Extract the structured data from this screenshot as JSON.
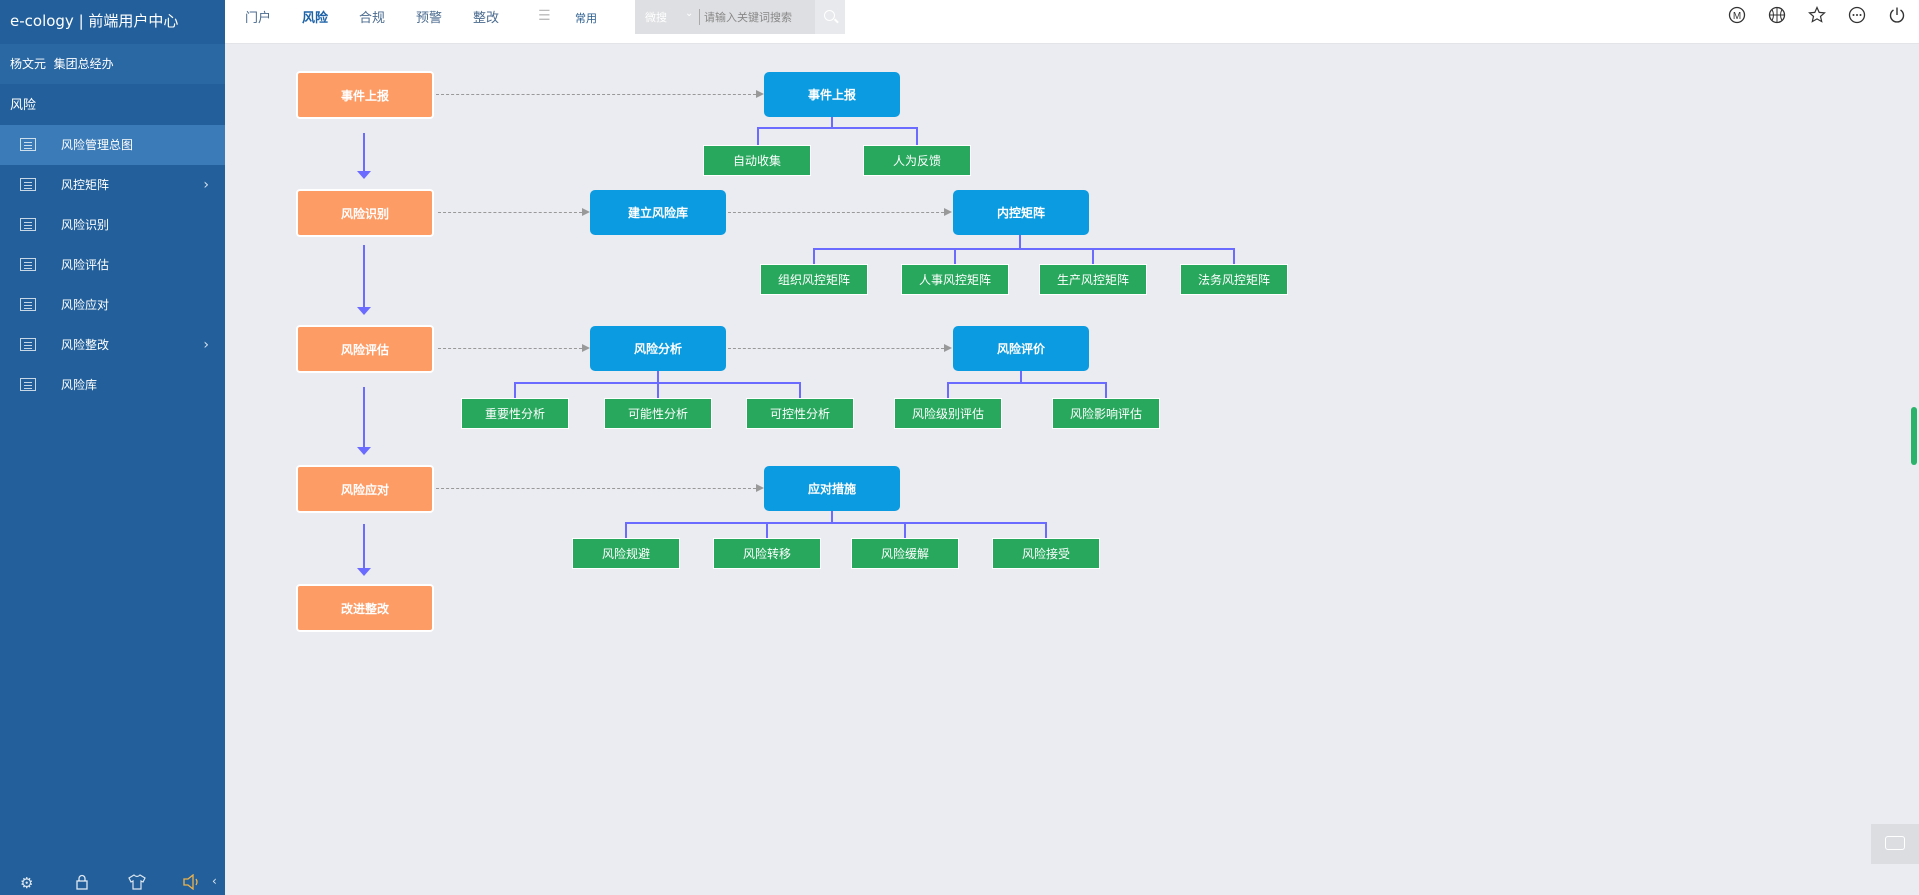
{
  "app": {
    "title": "e-cology | 前端用户中心"
  },
  "user": {
    "name": "杨文元",
    "dept": "集团总经办"
  },
  "sidebar": {
    "section": "风险",
    "items": [
      {
        "label": "风险管理总图",
        "active": true,
        "has_children": false
      },
      {
        "label": "风控矩阵",
        "active": false,
        "has_children": true
      },
      {
        "label": "风险识别",
        "active": false,
        "has_children": false
      },
      {
        "label": "风险评估",
        "active": false,
        "has_children": false
      },
      {
        "label": "风险应对",
        "active": false,
        "has_children": false
      },
      {
        "label": "风险整改",
        "active": false,
        "has_children": true
      },
      {
        "label": "风险库",
        "active": false,
        "has_children": false
      }
    ],
    "arrow": "›",
    "bottom_icons": [
      "settings-icon",
      "lock-icon",
      "shirt-icon",
      "speaker-icon",
      "collapse-icon"
    ]
  },
  "nav": {
    "tabs": [
      "门户",
      "风险",
      "合规",
      "预警",
      "整改"
    ],
    "active_tab": "风险",
    "common": "常用",
    "search": {
      "type": "微搜",
      "placeholder": "请输入关键词搜索"
    },
    "right_icons": [
      "m-badge-icon",
      "basketball-icon",
      "star-icon",
      "more-icon",
      "power-icon"
    ]
  },
  "flow": {
    "stages": [
      "事件上报",
      "风险识别",
      "风险评估",
      "风险应对",
      "改进整改"
    ],
    "event": {
      "node": "事件上报",
      "children": [
        "自动收集",
        "人为反馈"
      ]
    },
    "identify": {
      "library": "建立风险库",
      "matrix": "内控矩阵",
      "matrix_children": [
        "组织风控矩阵",
        "人事风控矩阵",
        "生产风控矩阵",
        "法务风控矩阵"
      ]
    },
    "assess": {
      "analysis": "风险分析",
      "analysis_children": [
        "重要性分析",
        "可能性分析",
        "可控性分析"
      ],
      "evaluation": "风险评价",
      "evaluation_children": [
        "风险级别评估",
        "风险影响评估"
      ]
    },
    "respond": {
      "measures": "应对措施",
      "children": [
        "风险规避",
        "风险转移",
        "风险缓解",
        "风险接受"
      ]
    }
  },
  "colors": {
    "sidebar": "#23609b",
    "stage": "#fe9c66",
    "process": "#0b9be0",
    "leaf": "#27a85d",
    "connector": "#6b6bff"
  }
}
